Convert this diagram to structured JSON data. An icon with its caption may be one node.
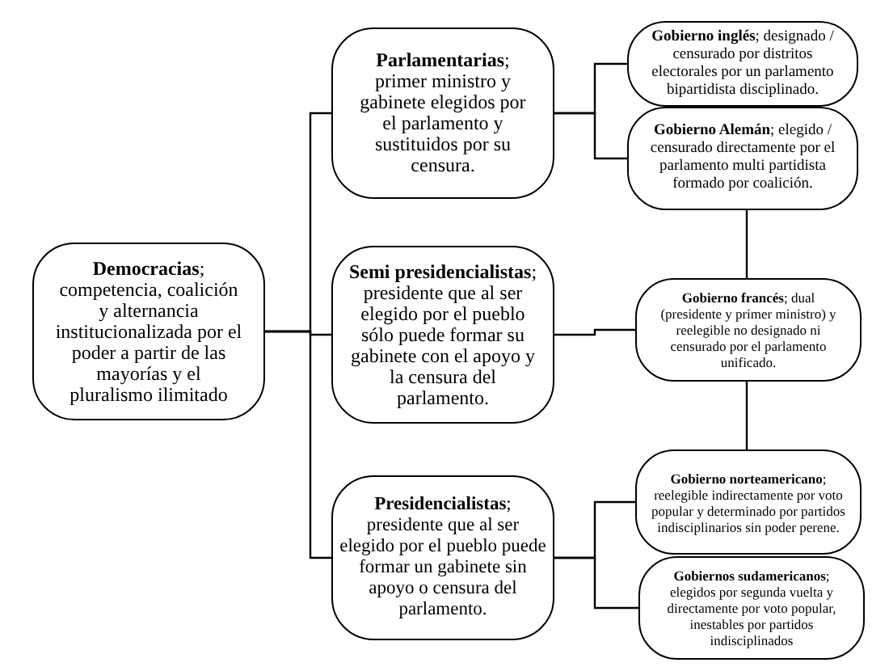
{
  "diagram": {
    "nodes": [
      {
        "text": [
          "**Democracias**; competencia, coalición y alternancia institucionalizada por el poder a partir de las mayorías y el pluralismo ilimitado"
        ]
      },
      {
        "text": [
          "**Parlamentarias**; primer ministro y gabinete elegidos por el parlamento y sustituidos por su censura."
        ]
      },
      {
        "text": [
          "**Semi presidencialistas**; presidente que al ser elegido por el pueblo sólo puede formar su gabinete con el apoyo y la censura del parlamento."
        ]
      },
      {
        "text": [
          "**Presidencialistas**; presidente que al ser elegido por el pueblo puede formar un gabinete sin apoyo o censura del parlamento."
        ]
      },
      {
        "text": [
          "**Gobierno inglés**; designado / censurado por distritos electorales por un parlamento bipartidista disciplinado."
        ]
      },
      {
        "text": [
          "**Gobierno Alemán**; elegido / censurado directamente por el parlamento multi partidista formado por coalición."
        ]
      },
      {
        "text": [
          "**Gobierno francés**; dual (presidente y primer ministro) y reelegible no designado ni censurado por el parlamento unificado."
        ]
      },
      {
        "text": [
          "**Gobierno norteamericano**; reelegible indirectamente por voto popular y determinado por partidos indisciplinarios sin poder perene."
        ]
      },
      {
        "text": [
          "**Gobiernos sudamericanos**; elegidos por segunda vuelta y directamente por voto popular, inestables por partidos indisciplinados"
        ]
      }
    ],
    "edges": [
      {
        "from": 0,
        "to": 1,
        "arrow": "none"
      },
      {
        "from": 0,
        "to": 2,
        "arrow": "none"
      },
      {
        "from": 0,
        "to": 3,
        "arrow": "none"
      },
      {
        "from": 1,
        "to": 4,
        "arrow": "none"
      },
      {
        "from": 1,
        "to": 5,
        "arrow": "none"
      },
      {
        "from": 5,
        "to": 6,
        "arrow": "none"
      },
      {
        "from": 2,
        "to": 6,
        "arrow": "none"
      },
      {
        "from": 6,
        "to": 7,
        "arrow": "none"
      },
      {
        "from": 3,
        "to": 7,
        "arrow": "none"
      },
      {
        "from": 3,
        "to": 8,
        "arrow": "none"
      }
    ]
  }
}
